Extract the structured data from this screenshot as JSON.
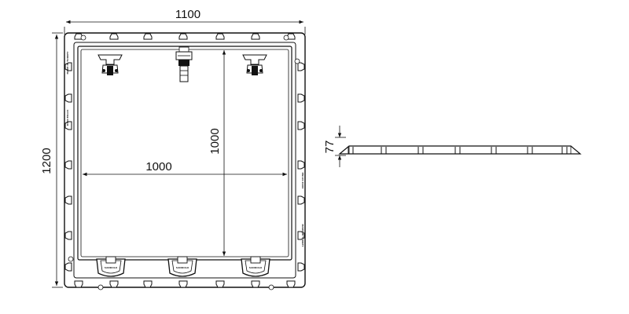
{
  "dimensions": {
    "overall_width": "1100",
    "overall_height": "1200",
    "inner_width": "1000",
    "inner_height": "1000",
    "profile_height": "77"
  },
  "frame_markings": {
    "left_top": "MADE IN TURKEY",
    "left_mid": "D400 EN124",
    "right_mid": "EN124 D400",
    "right_low": "MADE IN TURKEY",
    "handle_label": "SANDOLO"
  }
}
